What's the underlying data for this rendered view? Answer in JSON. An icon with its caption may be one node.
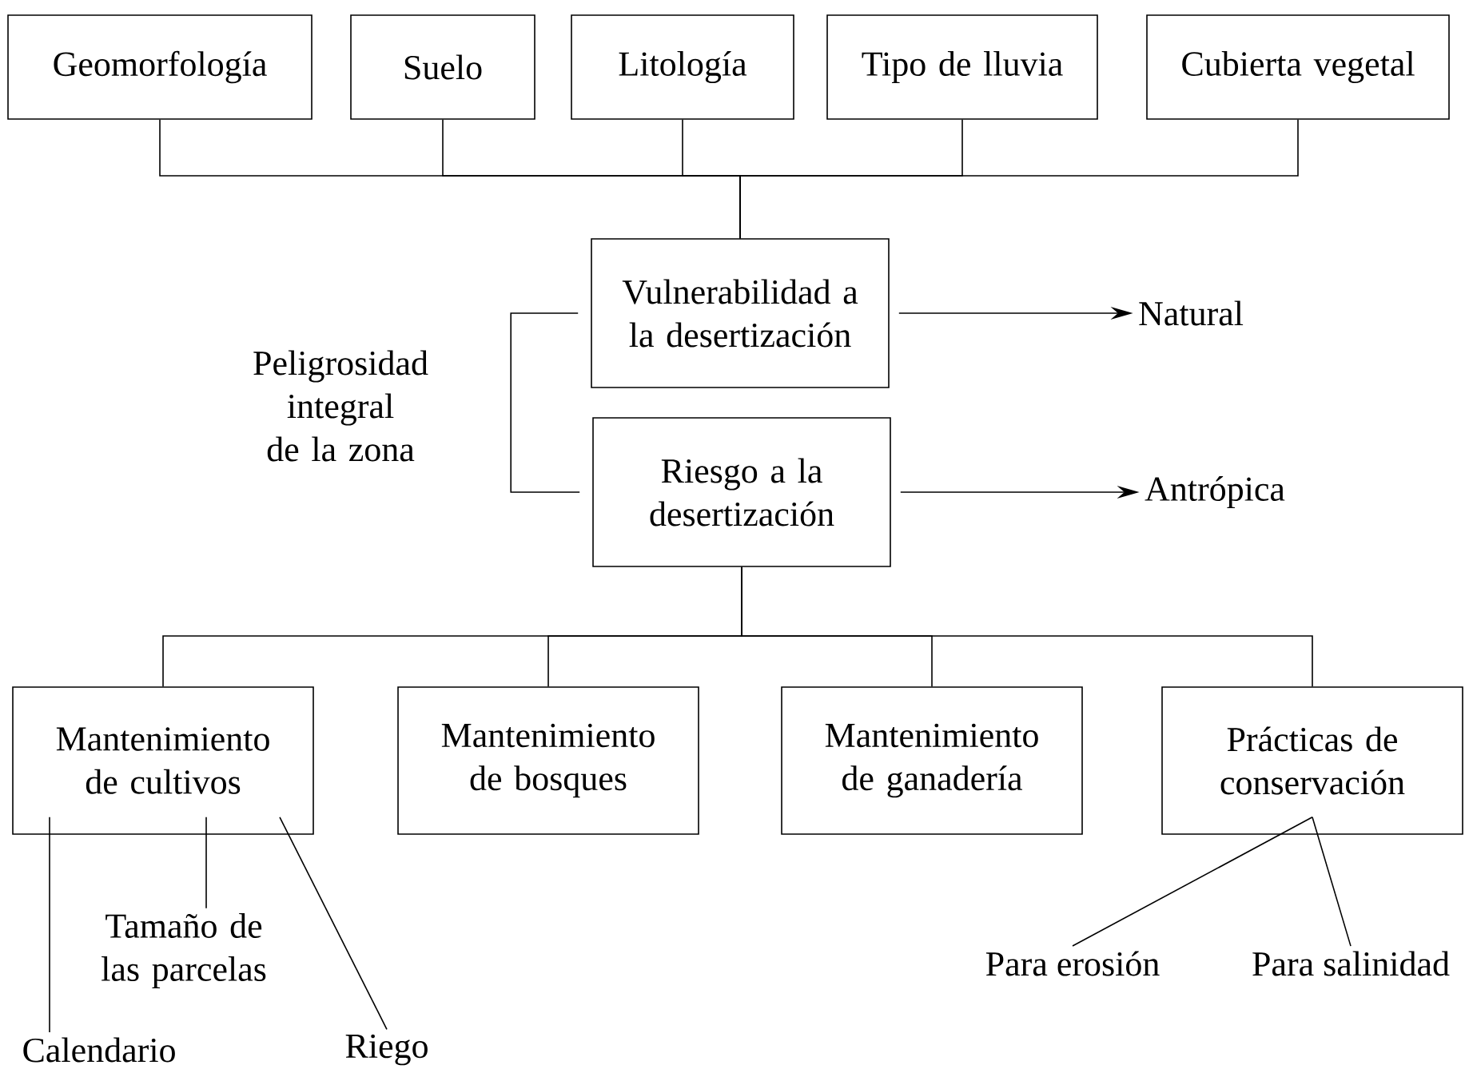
{
  "diagram": {
    "nodes": [
      {
        "text": [
          "Geomorfología"
        ]
      },
      {
        "text": [
          "Suelo"
        ]
      },
      {
        "text": [
          "Litología"
        ]
      },
      {
        "text": [
          "Tipo de lluvia"
        ]
      },
      {
        "text": [
          "Cubierta vegetal"
        ]
      },
      {
        "text": [
          "Vulnerabilidad a la desertización"
        ]
      },
      {
        "text": [
          "Natural"
        ]
      },
      {
        "text": [
          "Riesgo a la desertización"
        ]
      },
      {
        "text": [
          "Antrópica"
        ]
      },
      {
        "text": [
          "Mantenimiento de cultivos"
        ]
      },
      {
        "text": [
          "Mantenimiento de bosques"
        ]
      },
      {
        "text": [
          "Mantenimiento de ganadería"
        ]
      },
      {
        "text": [
          "Prácticas de conservación"
        ]
      },
      {
        "text": [
          "Tamaño de las parcelas"
        ]
      },
      {
        "text": [
          "Calendario"
        ]
      },
      {
        "text": [
          "Riego"
        ]
      },
      {
        "text": [
          "Para erosión"
        ]
      },
      {
        "text": [
          "Para salinidad"
        ]
      }
    ],
    "edges": [
      {
        "from": 0,
        "to": 5,
        "arrow": "none"
      },
      {
        "from": 1,
        "to": 5,
        "arrow": "none"
      },
      {
        "from": 2,
        "to": 5,
        "arrow": "none"
      },
      {
        "from": 3,
        "to": 5,
        "arrow": "none"
      },
      {
        "from": 4,
        "to": 5,
        "arrow": "none"
      },
      {
        "from": 5,
        "to": 6,
        "arrow": "to"
      },
      {
        "from": 7,
        "to": 8,
        "arrow": "to"
      },
      {
        "from": 5,
        "to": 7,
        "arrow": "none"
      },
      {
        "from": 7,
        "to": 9,
        "arrow": "none"
      },
      {
        "from": 7,
        "to": 10,
        "arrow": "none"
      },
      {
        "from": 7,
        "to": 11,
        "arrow": "none"
      },
      {
        "from": 7,
        "to": 12,
        "arrow": "none"
      },
      {
        "from": 9,
        "to": 14,
        "arrow": "none"
      },
      {
        "from": 9,
        "to": 13,
        "arrow": "none"
      },
      {
        "from": 9,
        "to": 15,
        "arrow": "none"
      },
      {
        "from": 12,
        "to": 16,
        "arrow": "none"
      },
      {
        "from": 12,
        "to": 17,
        "arrow": "none"
      }
    ],
    "labels": [
      "Peligrosidad integral de la zona"
    ]
  }
}
